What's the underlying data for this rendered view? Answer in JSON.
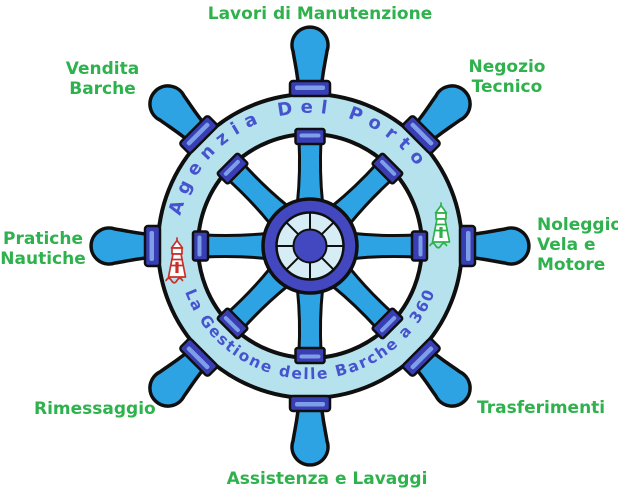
{
  "diagram": {
    "ring_text_top": "Agenzia Del Porto",
    "ring_text_bottom": "La Gestione delle Barche a 360°"
  },
  "labels": {
    "top": "Lavori di Manutenzione",
    "top_left": {
      "line1": "Vendita",
      "line2": "Barche"
    },
    "top_right": {
      "line1": "Negozio",
      "line2": "Tecnico"
    },
    "left": {
      "line1": "Pratiche",
      "line2": "Nautiche"
    },
    "right": {
      "line1": "Noleggio",
      "line2": "Vela e",
      "line3": "Motore"
    },
    "bottom_left": "Rimessaggio",
    "bottom_right": "Trasferimenti",
    "bottom": "Assistenza e Lavaggi"
  },
  "icons": {
    "left_lighthouse": "lighthouse-icon-red",
    "right_lighthouse": "lighthouse-icon-green"
  },
  "colors": {
    "label_green": "#2FB14D",
    "wheel_sky_blue": "#2EA3E4",
    "ring_pale_blue": "#B6E2EE",
    "hub_indigo": "#4348C0",
    "collar_indigo": "#3A3EB5",
    "ring_text_blue": "#4653CF",
    "lighthouse_red": "#C9302C",
    "lighthouse_green": "#2FB14D",
    "outline_black": "#0F0F0F"
  }
}
